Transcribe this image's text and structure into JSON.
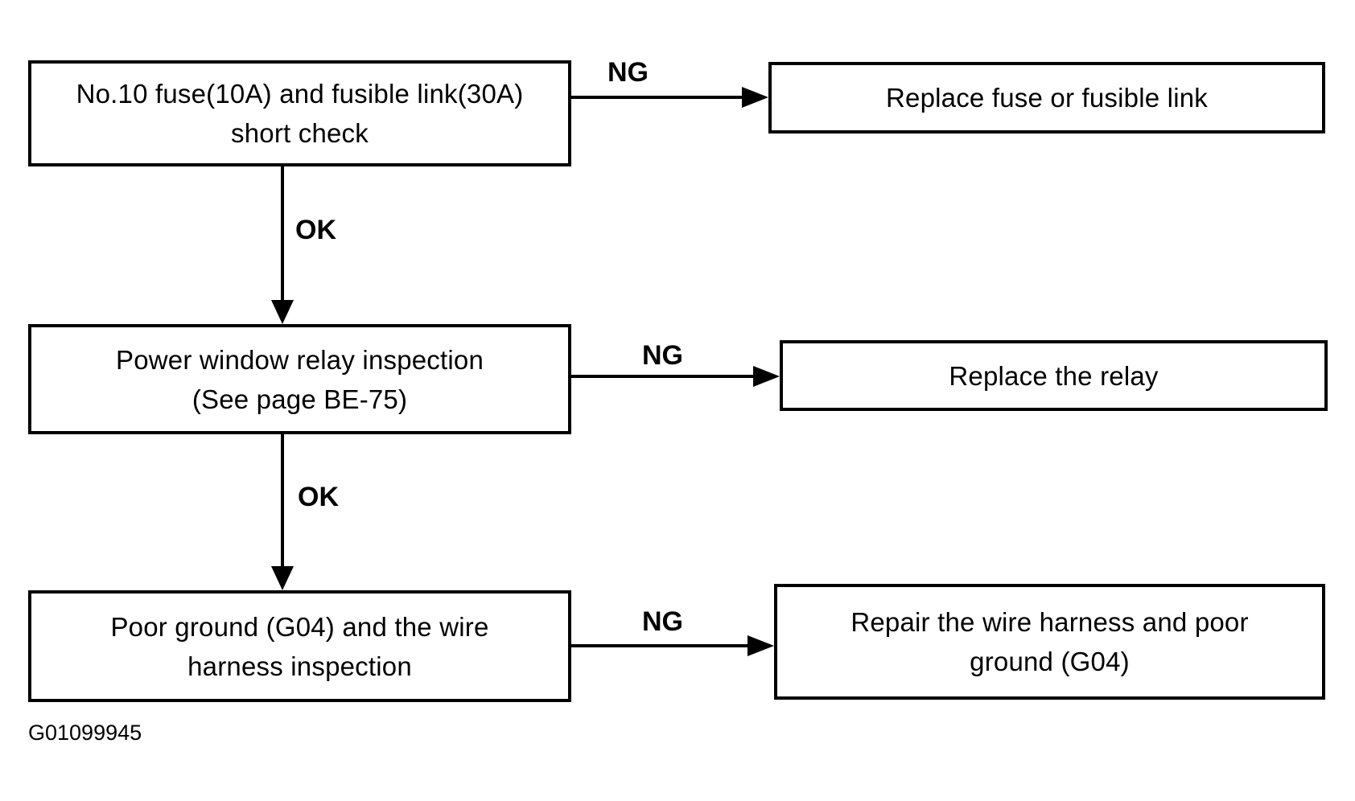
{
  "figure_id": "G01099945",
  "colors": {
    "ink": "#000000",
    "paper": "#ffffff"
  },
  "flow": {
    "steps": [
      {
        "id": "fuse-short-check",
        "line1": "No.10 fuse(10A) and fusible link(30A)",
        "line2": "short check",
        "fail_label": "NG",
        "fail_action_line1": "Replace fuse or fusible link",
        "pass_label": "OK"
      },
      {
        "id": "power-window-relay-inspection",
        "line1": "Power window relay inspection",
        "line2": "(See page BE-75)",
        "fail_label": "NG",
        "fail_action_line1": "Replace the relay",
        "pass_label": "OK"
      },
      {
        "id": "ground-and-harness-inspection",
        "line1": "Poor ground (G04) and the wire",
        "line2": "harness inspection",
        "fail_label": "NG",
        "fail_action_line1": "Repair the wire harness and poor",
        "fail_action_line2": "ground (G04)"
      }
    ]
  }
}
